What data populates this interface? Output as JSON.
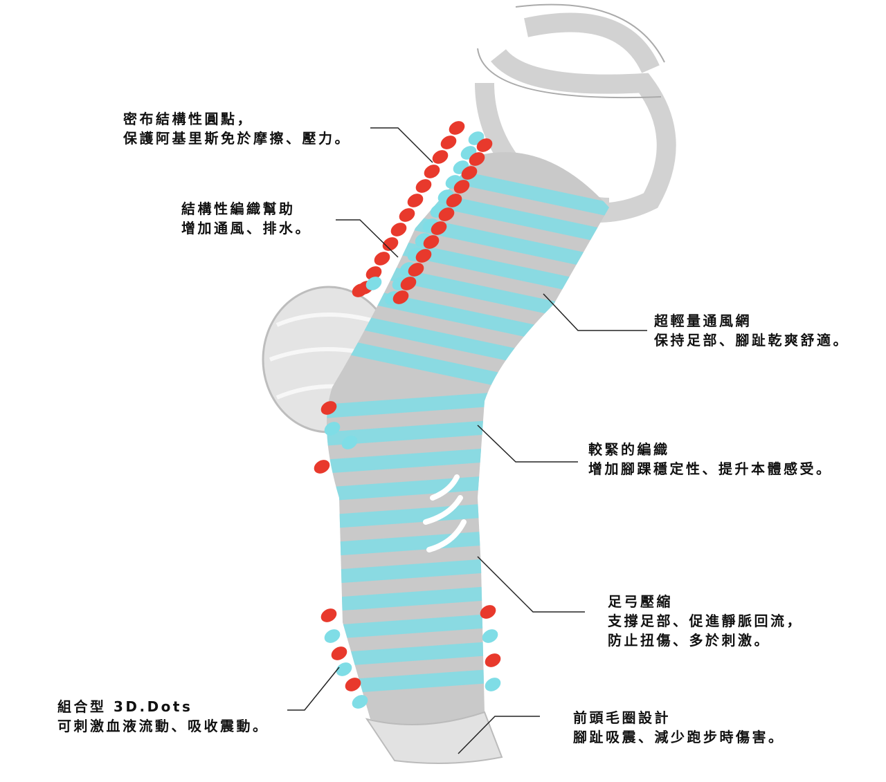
{
  "colors": {
    "cyan": "#7fdde6",
    "red": "#e8392c",
    "sock_gray": "#c9c9c9",
    "line": "#222222"
  },
  "callouts": [
    {
      "id": "achilles-dots",
      "lines": [
        "密布結構性圓點，",
        "保護阿基里斯免於摩擦、壓力。"
      ]
    },
    {
      "id": "structured-knit",
      "lines": [
        "結構性編織幫助",
        "增加通風、排水。"
      ]
    },
    {
      "id": "mesh",
      "lines": [
        "超輕量通風網",
        "保持足部、腳趾乾爽舒適。"
      ]
    },
    {
      "id": "tight-knit",
      "lines": [
        "較緊的編織",
        "增加腳踝穩定性、提升本體感受。"
      ]
    },
    {
      "id": "arch-compression",
      "lines": [
        "足弓壓縮",
        "支撐足部、促進靜脈回流，",
        "防止扭傷、多於刺激。"
      ]
    },
    {
      "id": "3d-dots",
      "lines": [
        "組合型 3D.Dots",
        "可刺激血液流動、吸收震動。"
      ]
    },
    {
      "id": "toe-terry",
      "lines": [
        "前頭毛圈設計",
        "腳趾吸震、減少跑步時傷害。"
      ]
    }
  ]
}
